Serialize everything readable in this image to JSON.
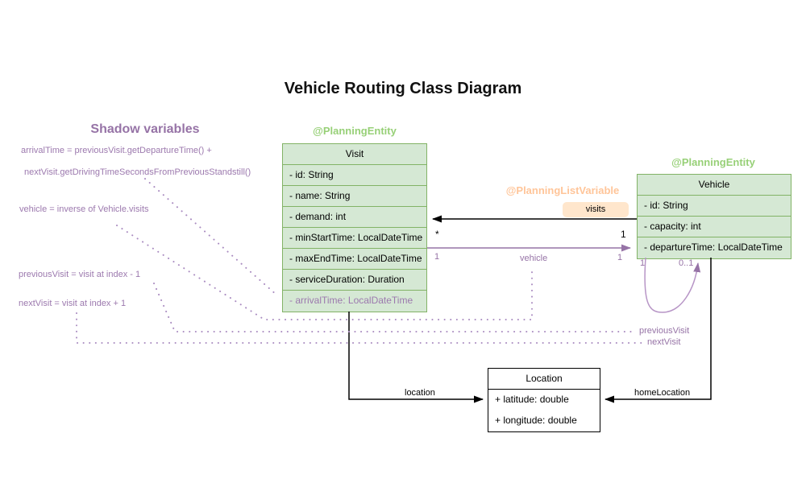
{
  "title": "Vehicle Routing Class Diagram",
  "shadow_panel": {
    "heading": "Shadow variables",
    "line1": "arrivalTime = previousVisit.getDepartureTime() +",
    "line2": "nextVisit.getDrivingTimeSecondsFromPreviousStandstill()",
    "line3": "vehicle = inverse of Vehicle.visits",
    "line4": "previousVisit = visit at index - 1",
    "line5": "nextVisit = visit at index + 1"
  },
  "visit_class": {
    "annotation": "@PlanningEntity",
    "name": "Visit",
    "rows": [
      "- id: String",
      "- name: String",
      "- demand: int",
      "- minStartTime: LocalDateTime",
      "- maxEndTime: LocalDateTime",
      "- serviceDuration: Duration",
      "- arrivalTime: LocalDateTime"
    ]
  },
  "vehicle_class": {
    "annotation": "@PlanningEntity",
    "name": "Vehicle",
    "rows": [
      "- id: String",
      "- capacity: int",
      "- departureTime: LocalDateTime"
    ]
  },
  "location_class": {
    "name": "Location",
    "rows": [
      "+ latitude: double",
      "+ longitude: double"
    ]
  },
  "edges": {
    "visits": {
      "annotation": "@PlanningListVariable",
      "label": "visits",
      "mult_visit": "*",
      "mult_vehicle": "1"
    },
    "vehicle": {
      "label": "vehicle",
      "mult_left": "1",
      "mult_right": "1"
    },
    "self_loop": {
      "mult_left": "1",
      "mult_right": "0..1",
      "label_previous": "previousVisit",
      "label_next": "nextVisit"
    },
    "location": {
      "label": "location"
    },
    "home_location": {
      "label": "homeLocation"
    }
  },
  "colors": {
    "green_border": "#82b366",
    "green_fill": "#d5e8d4",
    "green_text": "#97d077",
    "orange_fill": "#ffe6cc",
    "orange_text": "#ffc599",
    "purple": "#9673a6",
    "dotted_purple": "#a98bc0",
    "edge_black": "#000000"
  }
}
